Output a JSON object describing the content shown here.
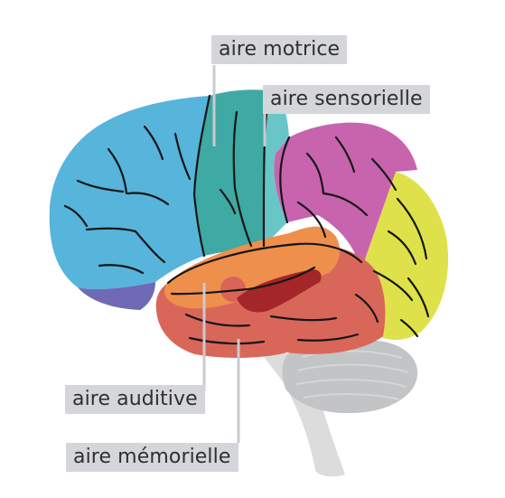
{
  "labels": {
    "motor": "aire motrice",
    "sensory": "aire sensorielle",
    "auditory": "aire auditive",
    "memory": "aire mémorielle"
  },
  "colors": {
    "frontal": "#57b4db",
    "motor": "#3fa9a3",
    "sensory": "#68c6c9",
    "parietal": "#c764ad",
    "occipital": "#dfe14a",
    "temporal": "#d96759",
    "auditory": "#ee8f4c",
    "hippocampus": "#a52628",
    "brainstem": "#dcdcdc",
    "cerebellum": "#c3c4c6",
    "orbitofrontal": "#6f69b6",
    "label_bg": "#d4d6da",
    "leader": "#c9cbd0"
  }
}
